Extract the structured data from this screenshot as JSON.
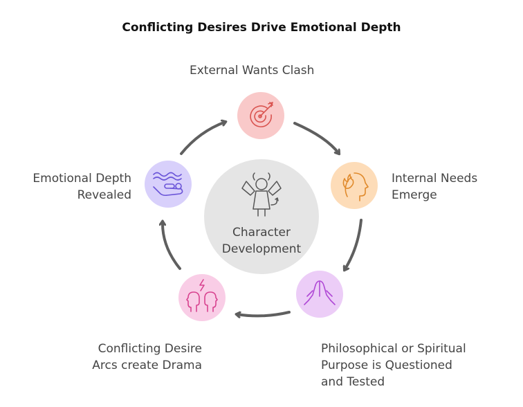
{
  "title": "Conflicting Desires Drive Emotional Depth",
  "center": {
    "label": "Character\nDevelopment",
    "icon": "devil-character-icon"
  },
  "nodes": [
    {
      "label": "External Wants Clash",
      "icon": "target-arrow-icon",
      "color": "#f9c9c9"
    },
    {
      "label": "Internal Needs\nEmerge",
      "icon": "head-flame-icon",
      "color": "#fddcb8"
    },
    {
      "label": "Philosophical or Spiritual\nPurpose is Questioned\nand Tested",
      "icon": "praying-hands-icon",
      "color": "#eccdf7"
    },
    {
      "label": "Conflicting Desire\nArcs create Drama",
      "icon": "clashing-heads-icon",
      "color": "#f9cde6"
    },
    {
      "label": "Emotional Depth\nRevealed",
      "icon": "hand-water-icon",
      "color": "#d8d0fb"
    }
  ],
  "colors": {
    "arrow": "#5f5f5f",
    "center_fill": "#e5e5e5"
  }
}
